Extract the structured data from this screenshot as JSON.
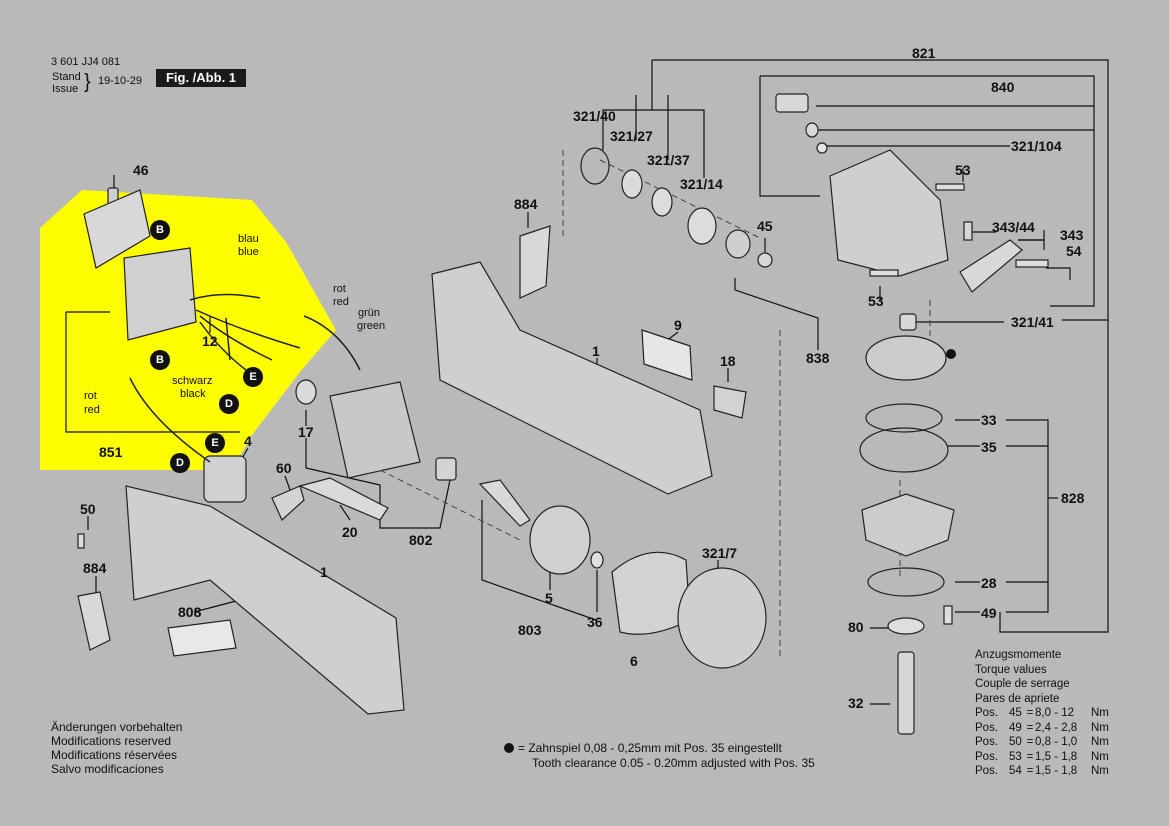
{
  "header": {
    "doc_number": "3 601 JJ4 081",
    "stand_label": "Stand",
    "issue_label": "Issue",
    "brace": "}",
    "date": "19-10-29",
    "figure_label": "Fig. /Abb. 1"
  },
  "wire_labels": {
    "blau": "blau",
    "blue": "blue",
    "rot_top": "rot",
    "red_top": "red",
    "gruen": "grün",
    "green": "green",
    "schwarz": "schwarz",
    "black": "black",
    "rot_left": "rot",
    "red_left": "red"
  },
  "connectors": [
    "B",
    "B",
    "E",
    "D",
    "E",
    "D"
  ],
  "parts": [
    "46",
    "12",
    "851",
    "4",
    "60",
    "17",
    "20",
    "802",
    "50",
    "884",
    "808",
    "1",
    "884",
    "1",
    "9",
    "18",
    "803",
    "5",
    "36",
    "6",
    "321/7",
    "321/40",
    "321/27",
    "321/37",
    "321/14",
    "45",
    "838",
    "821",
    "840",
    "321/104",
    "53",
    "343/44",
    "343",
    "54",
    "53",
    "321/41",
    "33",
    "35",
    "828",
    "28",
    "49",
    "80",
    "32"
  ],
  "notes": {
    "changes_de": "Änderungen vorbehalten",
    "changes_en": "Modifications reserved",
    "changes_fr": "Modifications réservées",
    "changes_es": "Salvo modificaciones",
    "tooth_de": "= Zahnspiel 0,08 - 0,25mm mit Pos. 35 eingestellt",
    "tooth_en": "Tooth clearance 0.05 - 0.20mm adjusted with Pos. 35"
  },
  "torque": {
    "title_de": "Anzugsmomente",
    "title_en": "Torque values",
    "title_fr": "Couple de serrage",
    "title_es": "Pares de apriete",
    "rows": [
      {
        "pos": "Pos.",
        "item": "45",
        "eq": "=",
        "value": "8,0 - 12",
        "unit": "Nm"
      },
      {
        "pos": "Pos.",
        "item": "49",
        "eq": "=",
        "value": "2,4 - 2,8",
        "unit": "Nm"
      },
      {
        "pos": "Pos.",
        "item": "50",
        "eq": "=",
        "value": "0,8 - 1,0",
        "unit": "Nm"
      },
      {
        "pos": "Pos.",
        "item": "53",
        "eq": "=",
        "value": "1,5 - 1,8",
        "unit": "Nm"
      },
      {
        "pos": "Pos.",
        "item": "54",
        "eq": "=",
        "value": "1,5 - 1,8",
        "unit": "Nm"
      }
    ]
  },
  "colors": {
    "background": "#b9b9b9",
    "highlight": "#ffff00",
    "ink": "#111111"
  }
}
